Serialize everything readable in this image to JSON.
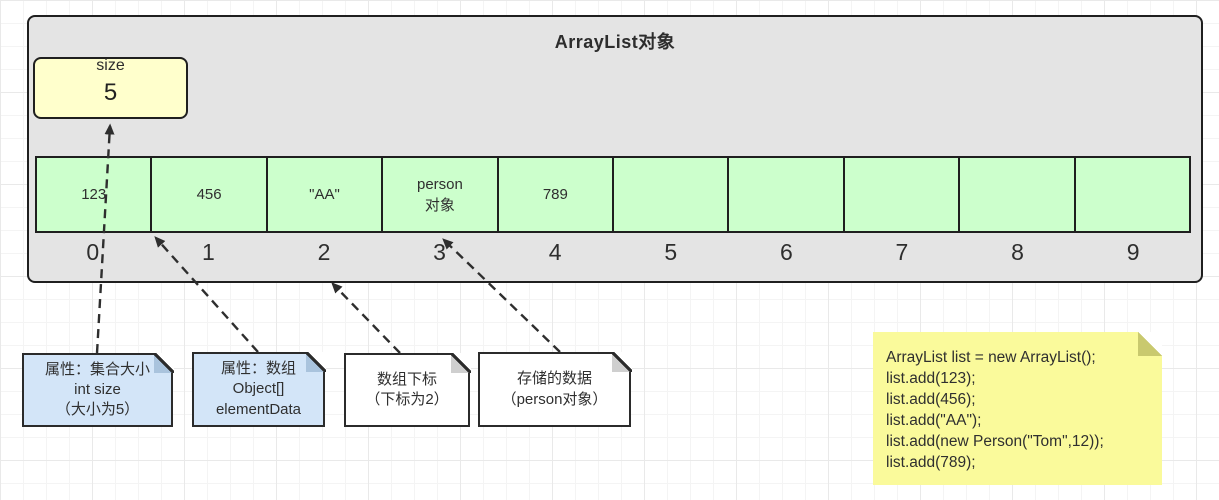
{
  "container": {
    "title": "ArrayList对象"
  },
  "size_box": {
    "label": "size",
    "value": "5"
  },
  "array": {
    "cells": [
      {
        "value": "123",
        "index": "0"
      },
      {
        "value": "456",
        "index": "1"
      },
      {
        "value": "\"AA\"",
        "index": "2"
      },
      {
        "value": "person\n对象",
        "index": "3"
      },
      {
        "value": "789",
        "index": "4"
      },
      {
        "value": "",
        "index": "5"
      },
      {
        "value": "",
        "index": "6"
      },
      {
        "value": "",
        "index": "7"
      },
      {
        "value": "",
        "index": "8"
      },
      {
        "value": "",
        "index": "9"
      }
    ]
  },
  "notes": [
    {
      "lines": [
        "属性：集合大小",
        "int size",
        "（大小为5）"
      ]
    },
    {
      "lines": [
        "属性：数组",
        "Object[]",
        "elementData"
      ]
    },
    {
      "lines": [
        "数组下标",
        "（下标为2）"
      ]
    },
    {
      "lines": [
        "存储的数据",
        "（person对象）"
      ]
    }
  ],
  "code_note": {
    "lines": [
      "ArrayList list = new ArrayList();",
      "list.add(123);",
      "list.add(456);",
      "list.add(\"AA\");",
      "list.add(new Person(\"Tom\",12));",
      "list.add(789);"
    ]
  },
  "colors": {
    "container_fill": "#e4e4e4",
    "cell_fill": "#ccffcc",
    "size_box_fill": "#ffffcc",
    "blue_note_fill": "#d3e5f8",
    "white_note_fill": "#ffffff",
    "sticky_note_fill": "#fafa9b",
    "border": "#1f1f1f"
  }
}
